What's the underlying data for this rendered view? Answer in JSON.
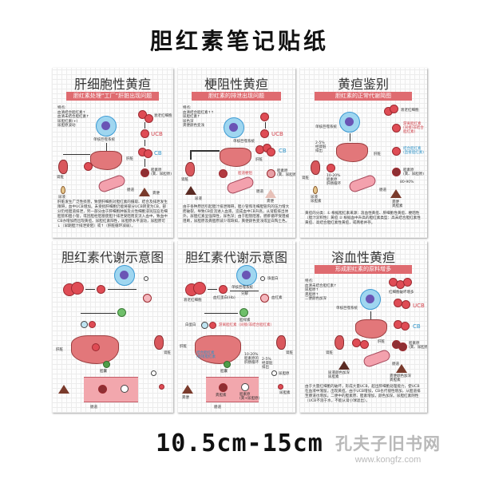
{
  "header": {
    "title": "胆红素笔记贴纸"
  },
  "footer": {
    "size": "10.5cm-15cm",
    "watermark_cn": "孔夫子旧书网",
    "watermark_url": "www.kongfz.com"
  },
  "colors": {
    "accent_red": "#df6b70",
    "cell_blue": "#3c9ad3",
    "liver": "#e2777a"
  },
  "cards": [
    {
      "title": "肝细胞性黄疸",
      "subtitle": "胆红素处理“工厂”肝脏出现问题",
      "features": "特点:\n血清结合胆红素↑\n血清未结合胆红素↑\n尿胆红素(+)\n尿胆原波动",
      "labels": {
        "senescent_rbc": "衰老红细胞",
        "mps": "单核巨噬系统",
        "liver": "肝脏",
        "kidney": "肾脏",
        "gut": "肠道",
        "urine": "尿液",
        "feces": "粪便",
        "ucb": "UCB",
        "cb": "CB",
        "urobilinogen": "胆素原\n(粪、尿胆原)"
      },
      "text": "肝脏发生广泛性损害，致使肝细胞对胆红素的摄取、结合及排泄发生障碍，血中UCB增加。未受损肝细胞仍能将部分UCB转变为CB，部分仍经胆道排泄，另一部分由于肝细胞肿胀及炎性细胞浸润压迫毛细胆管和胆小管，或因胆栓阻塞使胆汁排泄受阻而反流入血中，致血中CB亦增加而出现黄疸。尿胆红素阳性，尿胆原水平波动，尿胆原可↓（早期胆汁排泄受阻）或↑（肝脏循环减弱）。"
    },
    {
      "title": "梗阻性黄疸",
      "subtitle": "胆红素的排泄出现问题",
      "features": "特点:\n血清结合胆红素↑↑\n尿胆红素↑\n尿色深\n粪便颜色变浅",
      "labels": {
        "mps": "单核巨噬系统",
        "liver": "肝脏",
        "kidney": "肾脏",
        "gut": "肠道",
        "urine": "尿液",
        "feces": "粪便",
        "ucb": "UCB",
        "cb": "CB",
        "obstruct": "胆道梗阻",
        "urobilinogen": "胆素原\n(粪、尿胆原)"
      },
      "text": "由于各种原因引起胆汁排泄障碍，胆小管和毛细胆管内的压力增大而破裂，导致CB反流进入血液，造成血中CB升高，从肾脏排出体外。尿胆红素呈强阳性，尿色深；由于胆管阻塞，肠肝循环受阻被阻断，尿胆原及粪胆原减少或缺如，粪便颜色变浅或呈白陶土色。"
    },
    {
      "title": "黄疸鉴别",
      "subtitle": "胆红素的正常代谢简图",
      "labels": {
        "senescent_rbc": "衰老红细胞",
        "mps": "单核巨噬系统",
        "liver": "肝脏",
        "kidney": "肾脏",
        "gut": "肠道",
        "ucb": "游离胆红素\n(间接/非结合\n胆红素)",
        "cb": "结合胆红素\n(直接胆红素)",
        "urobilinogen": "胆素原\n(粪、尿胆原)",
        "urine": "尿液\n尿胆素",
        "feces": "粪便\n粪胆素",
        "pct1": "2-5%\n经肾脏\n排出",
        "pct2": "10-20%\n胆素原\n肝肠循环",
        "pct3": "80-90%"
      },
      "text": "黄疸的分类：① 根据胆红素来源：溶血性黄疸、肝细胞性黄疸、梗阻性（胆汁淤积性）黄疸 ② 根据血中升高的胆红素类型：高未结合胆红素性黄疸、高结合胆红素性黄疸，或两者并存。"
    },
    {
      "title": "胆红素代谢示意图",
      "labels": {
        "liver": "肝脏",
        "kidney": "肾脏",
        "gallbladder": "胆囊",
        "gut": "肠道"
      }
    },
    {
      "title": "胆红素代谢示意图",
      "labels": {
        "senescent_rbc": "衰老红细胞",
        "hb": "血红蛋白(Hb)",
        "mps": "单核巨噬系统",
        "decompose": "分解",
        "globin": "珠蛋白",
        "heme": "血红素",
        "biliverdin": "胆绿素",
        "albumin": "白蛋白",
        "free_bili": "游离胆红素（间接/非结合胆红素）",
        "conj": "结合胆红素\n/直接胆红素",
        "liver": "肝脏",
        "kidney": "肾脏",
        "gallbladder": "胆囊",
        "gut": "肠道",
        "feces": "粪便",
        "stercobilin": "粪胆素",
        "urobilinogen": "尿胆原",
        "urobilin": "尿胆素",
        "pct1": "10-20%\n胆素原的\n肝肠循环",
        "pct2": "2-5%\n经肾脏\n排出",
        "bilinogen": "胆素原\n(粪+尿胆原)"
      }
    },
    {
      "title": "溶血性黄疸",
      "subtitle": "形成胆红素的原料增多",
      "features": "特点:\n血清未结合胆红素↑\n尿胆原↑\n粪胆原↑\n二便颜色加深",
      "labels": {
        "rbc_destroy": "红细胞破坏增多",
        "mps": "单核巨噬系统",
        "liver": "肝脏",
        "kidney": "肾脏",
        "gut": "肠道",
        "ucb": "UCB",
        "cb": "CB",
        "urobilinogen": "胆素原\n(粪、尿胆原)",
        "urine": "尿液颜色加深\n尿胆素",
        "feces": "粪便颜色加深\n粪胆素"
      },
      "text": "由于大量红细胞的破坏，形成大量UCB，超出肝细胞处理能力，使UCB在血液中潴留，出现黄疸。由于UCB增加，CB也代偿性增加，从胆道排至肠道也增加，二便中的胆素原、胆素增加，颜色加深。尿胆红素阴性（UCB不溶于水，不能从肾小球滤出）。"
    }
  ]
}
